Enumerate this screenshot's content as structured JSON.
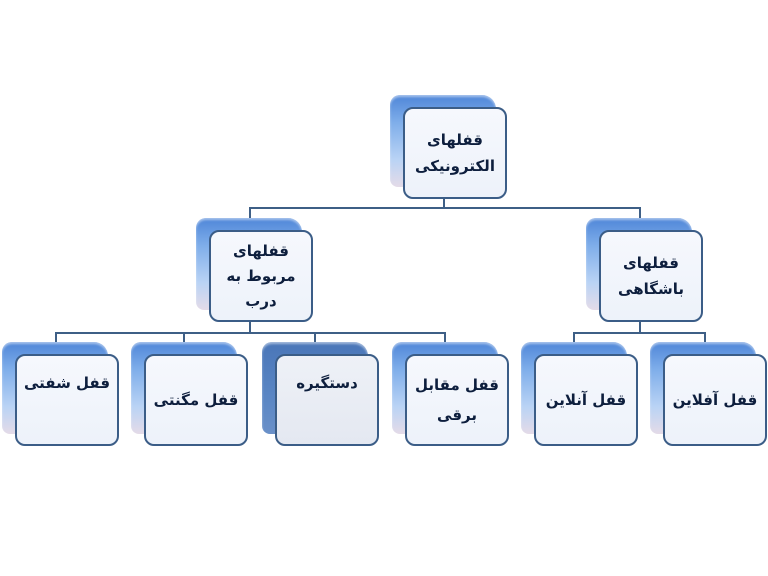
{
  "diagram": {
    "type": "org-chart",
    "colors": {
      "connector": "#3e5f86",
      "box_border": "#3b5d87",
      "box_back_top": "#4f86d8",
      "box_fill": "#f6f8fd",
      "text": "#0d1e3d"
    },
    "root": {
      "label": "قفلهای\nالکترونیکی"
    },
    "level1": [
      {
        "id": "door",
        "label": "قفلهای\nمربوط به\nدرب"
      },
      {
        "id": "club",
        "label": "قفلهای\nباشگاهی"
      }
    ],
    "door_children": [
      {
        "label": "قفل شفتی"
      },
      {
        "label": "قفل مگنتی"
      },
      {
        "label": "دستگیره"
      },
      {
        "label": "قفل مقابل\nبرقی"
      }
    ],
    "club_children": [
      {
        "label": "قفل آنلاین"
      },
      {
        "label": "قفل آفلاین"
      }
    ]
  }
}
